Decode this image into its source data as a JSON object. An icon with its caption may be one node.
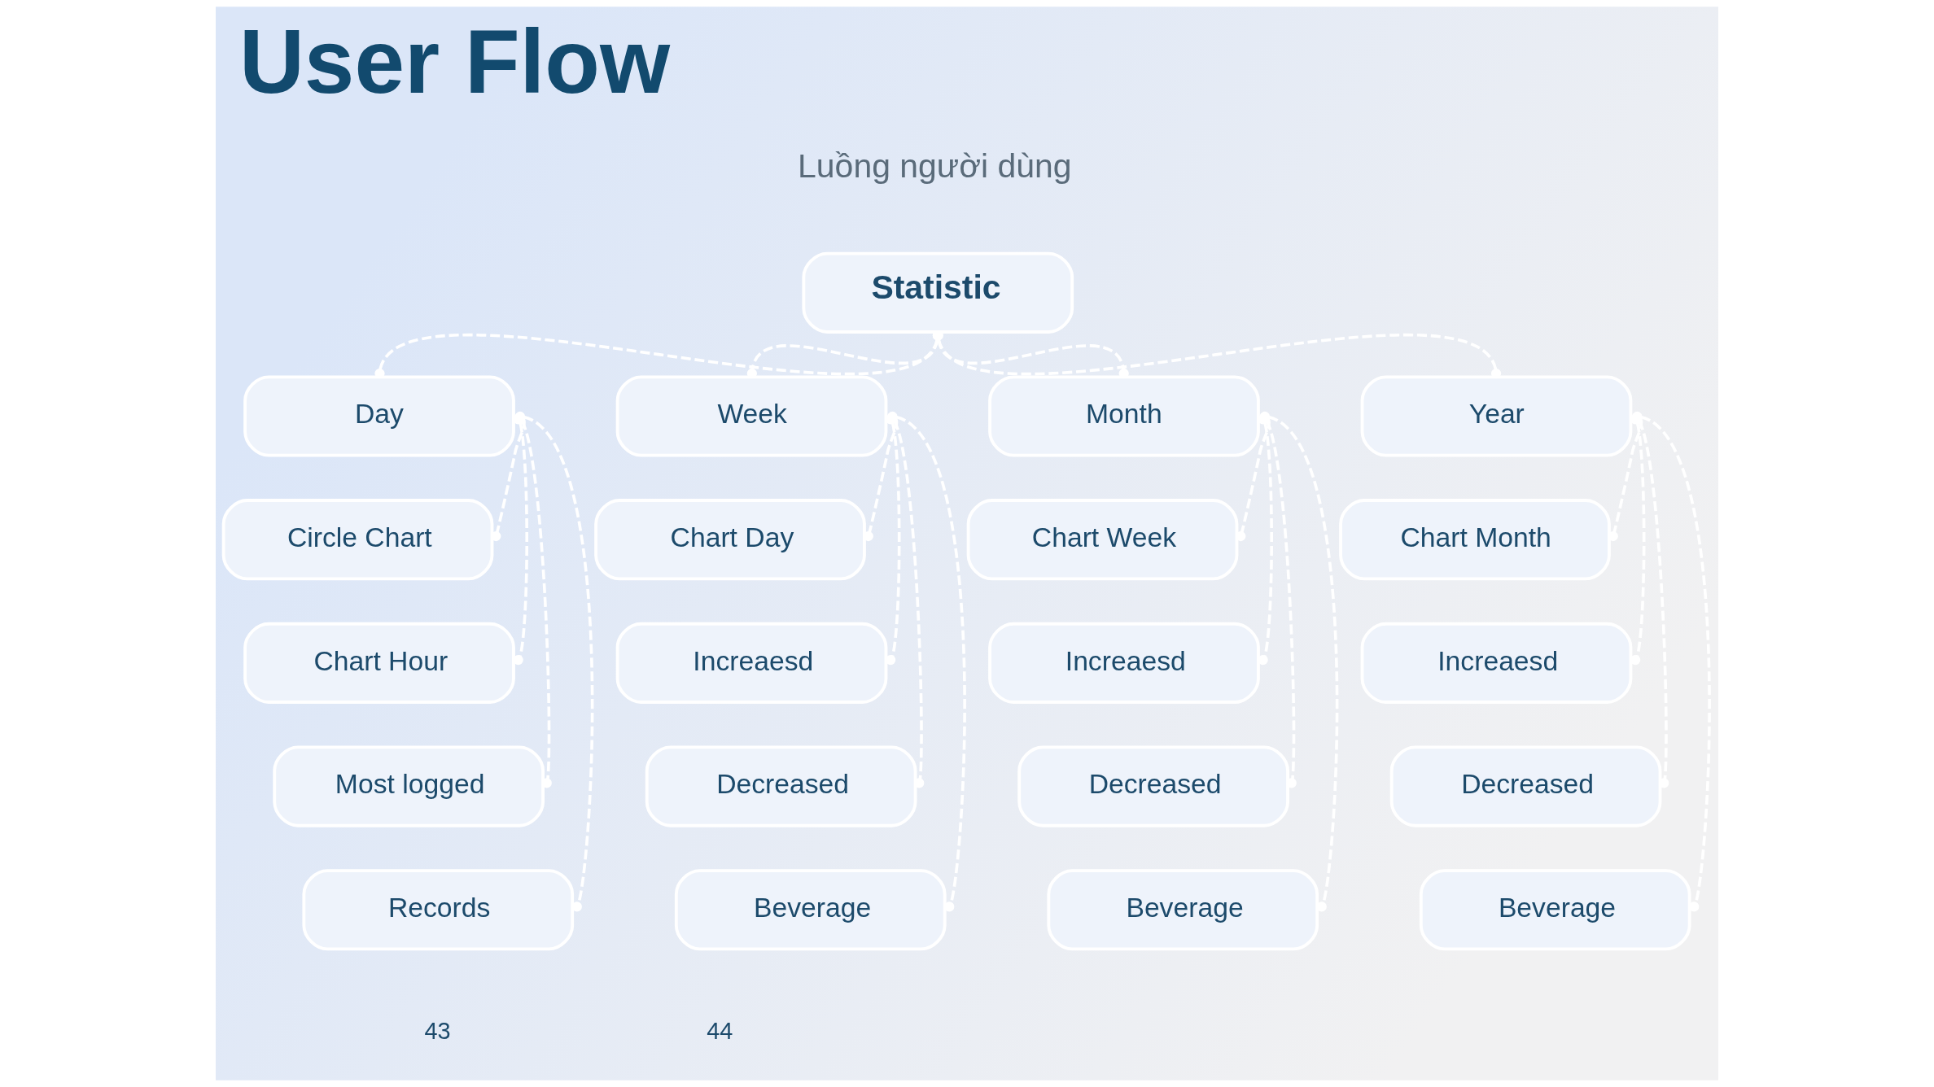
{
  "diagram": {
    "title": "User Flow",
    "nodes": [
      {
        "text": [
          "Statistic"
        ]
      },
      {
        "text": [
          "Day"
        ]
      },
      {
        "text": [
          "Week"
        ]
      },
      {
        "text": [
          "Month"
        ]
      },
      {
        "text": [
          "Year"
        ]
      },
      {
        "text": [
          "Circle Chart"
        ]
      },
      {
        "text": [
          "Chart Day"
        ]
      },
      {
        "text": [
          "Chart Week"
        ]
      },
      {
        "text": [
          "Chart Month"
        ]
      },
      {
        "text": [
          "Chart Hour"
        ]
      },
      {
        "text": [
          "Increaesd"
        ]
      },
      {
        "text": [
          "Increaesd"
        ]
      },
      {
        "text": [
          "Increaesd"
        ]
      },
      {
        "text": [
          "Most logged"
        ]
      },
      {
        "text": [
          "Decreased"
        ]
      },
      {
        "text": [
          "Decreased"
        ]
      },
      {
        "text": [
          "Decreased"
        ]
      },
      {
        "text": [
          "Records"
        ]
      },
      {
        "text": [
          "Beverage"
        ]
      },
      {
        "text": [
          "Beverage"
        ]
      },
      {
        "text": [
          "Beverage"
        ]
      }
    ],
    "edges": [
      {
        "from": 0,
        "to": 1,
        "arrow": "other",
        "style": "dashed"
      },
      {
        "from": 0,
        "to": 2,
        "arrow": "other",
        "style": "dashed"
      },
      {
        "from": 0,
        "to": 3,
        "arrow": "other",
        "style": "dashed"
      },
      {
        "from": 0,
        "to": 4,
        "arrow": "other",
        "style": "dashed"
      },
      {
        "from": 1,
        "to": 5,
        "arrow": "other",
        "style": "dashed"
      },
      {
        "from": 1,
        "to": 9,
        "arrow": "other",
        "style": "dashed"
      },
      {
        "from": 1,
        "to": 13,
        "arrow": "other",
        "style": "dashed"
      },
      {
        "from": 1,
        "to": 17,
        "arrow": "other",
        "style": "dashed"
      },
      {
        "from": 2,
        "to": 6,
        "arrow": "other",
        "style": "dashed"
      },
      {
        "from": 2,
        "to": 10,
        "arrow": "other",
        "style": "dashed"
      },
      {
        "from": 2,
        "to": 14,
        "arrow": "other",
        "style": "dashed"
      },
      {
        "from": 2,
        "to": 18,
        "arrow": "other",
        "style": "dashed"
      },
      {
        "from": 3,
        "to": 7,
        "arrow": "other",
        "style": "dashed"
      },
      {
        "from": 3,
        "to": 11,
        "arrow": "other",
        "style": "dashed"
      },
      {
        "from": 3,
        "to": 15,
        "arrow": "other",
        "style": "dashed"
      },
      {
        "from": 3,
        "to": 19,
        "arrow": "other",
        "style": "dashed"
      },
      {
        "from": 4,
        "to": 8,
        "arrow": "other",
        "style": "dashed"
      },
      {
        "from": 4,
        "to": 12,
        "arrow": "other",
        "style": "dashed"
      },
      {
        "from": 4,
        "to": 16,
        "arrow": "other",
        "style": "dashed"
      },
      {
        "from": 4,
        "to": 20,
        "arrow": "other",
        "style": "dashed"
      }
    ],
    "labels": [
      "Luồng người dùng",
      "43",
      "44"
    ]
  }
}
